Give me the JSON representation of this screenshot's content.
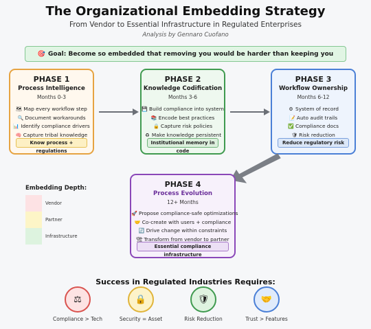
{
  "header": {
    "title": "The Organizational Embedding Strategy",
    "subtitle": "From Vendor to Essential Infrastructure in Regulated Enterprises",
    "author": "Analysis by Gennaro Cuofano"
  },
  "goal": {
    "icon": "🎯",
    "text": "Goal: Become so embedded that removing you would be harder than keeping you"
  },
  "phases": [
    {
      "name": "PHASE 1",
      "subtitle": "Process Intelligence",
      "duration": "Months 0-3",
      "color": "#e6a341",
      "items": [
        {
          "icon": "🗺",
          "text": "Map every workflow step"
        },
        {
          "icon": "🔍",
          "text": "Document workarounds"
        },
        {
          "icon": "📊",
          "text": "Identify compliance drivers"
        },
        {
          "icon": "🧠",
          "text": "Capture tribal knowledge"
        }
      ],
      "tag": "Know process + regulations"
    },
    {
      "name": "PHASE 2",
      "subtitle": "Knowledge Codification",
      "duration": "Months 3-6",
      "color": "#3f9a4f",
      "items": [
        {
          "icon": "💾",
          "text": "Build compliance into system"
        },
        {
          "icon": "📚",
          "text": "Encode best practices"
        },
        {
          "icon": "🔒",
          "text": "Capture risk policies"
        },
        {
          "icon": "♻",
          "text": "Make knowledge persistent"
        }
      ],
      "tag": "Institutional memory in code"
    },
    {
      "name": "PHASE 3",
      "subtitle": "Workflow Ownership",
      "duration": "Months 6-12",
      "color": "#4a7fd6",
      "items": [
        {
          "icon": "⚙",
          "text": "System of record"
        },
        {
          "icon": "📝",
          "text": "Auto audit trails"
        },
        {
          "icon": "✅",
          "text": "Compliance docs"
        },
        {
          "icon": "🛡",
          "text": "Risk reduction"
        }
      ],
      "tag": "Reduce regulatory risk"
    },
    {
      "name": "PHASE 4",
      "subtitle": "Process Evolution",
      "duration": "12+ Months",
      "color": "#8a47b8",
      "items": [
        {
          "icon": "🚀",
          "text": "Propose compliance-safe optimizations"
        },
        {
          "icon": "🤝",
          "text": "Co-create with users + compliance"
        },
        {
          "icon": "🔄",
          "text": "Drive change within constraints"
        },
        {
          "icon": "🏗",
          "text": "Transform from vendor to partner"
        }
      ],
      "tag": "Essential compliance infrastructure"
    }
  ],
  "legend": {
    "title": "Embedding Depth:",
    "items": [
      {
        "label": "Vendor",
        "color": "#fde2e4"
      },
      {
        "label": "Partner",
        "color": "#fdf5c7"
      },
      {
        "label": "Infrastructure",
        "color": "#ddf3df"
      }
    ]
  },
  "success": {
    "title": "Success in Regulated Industries Requires:",
    "items": [
      {
        "icon": "⚖",
        "label": "Compliance > Tech",
        "bg": "#fde3e3",
        "border": "#d9534f"
      },
      {
        "icon": "🔒",
        "label": "Security = Asset",
        "bg": "#fdf3c9",
        "border": "#e0b43a"
      },
      {
        "icon": "🛡",
        "label": "Risk Reduction",
        "bg": "#dff3e0",
        "border": "#3f9a4f"
      },
      {
        "icon": "🤝",
        "label": "Trust > Features",
        "bg": "#e0ebfb",
        "border": "#4a7fd6"
      }
    ]
  }
}
